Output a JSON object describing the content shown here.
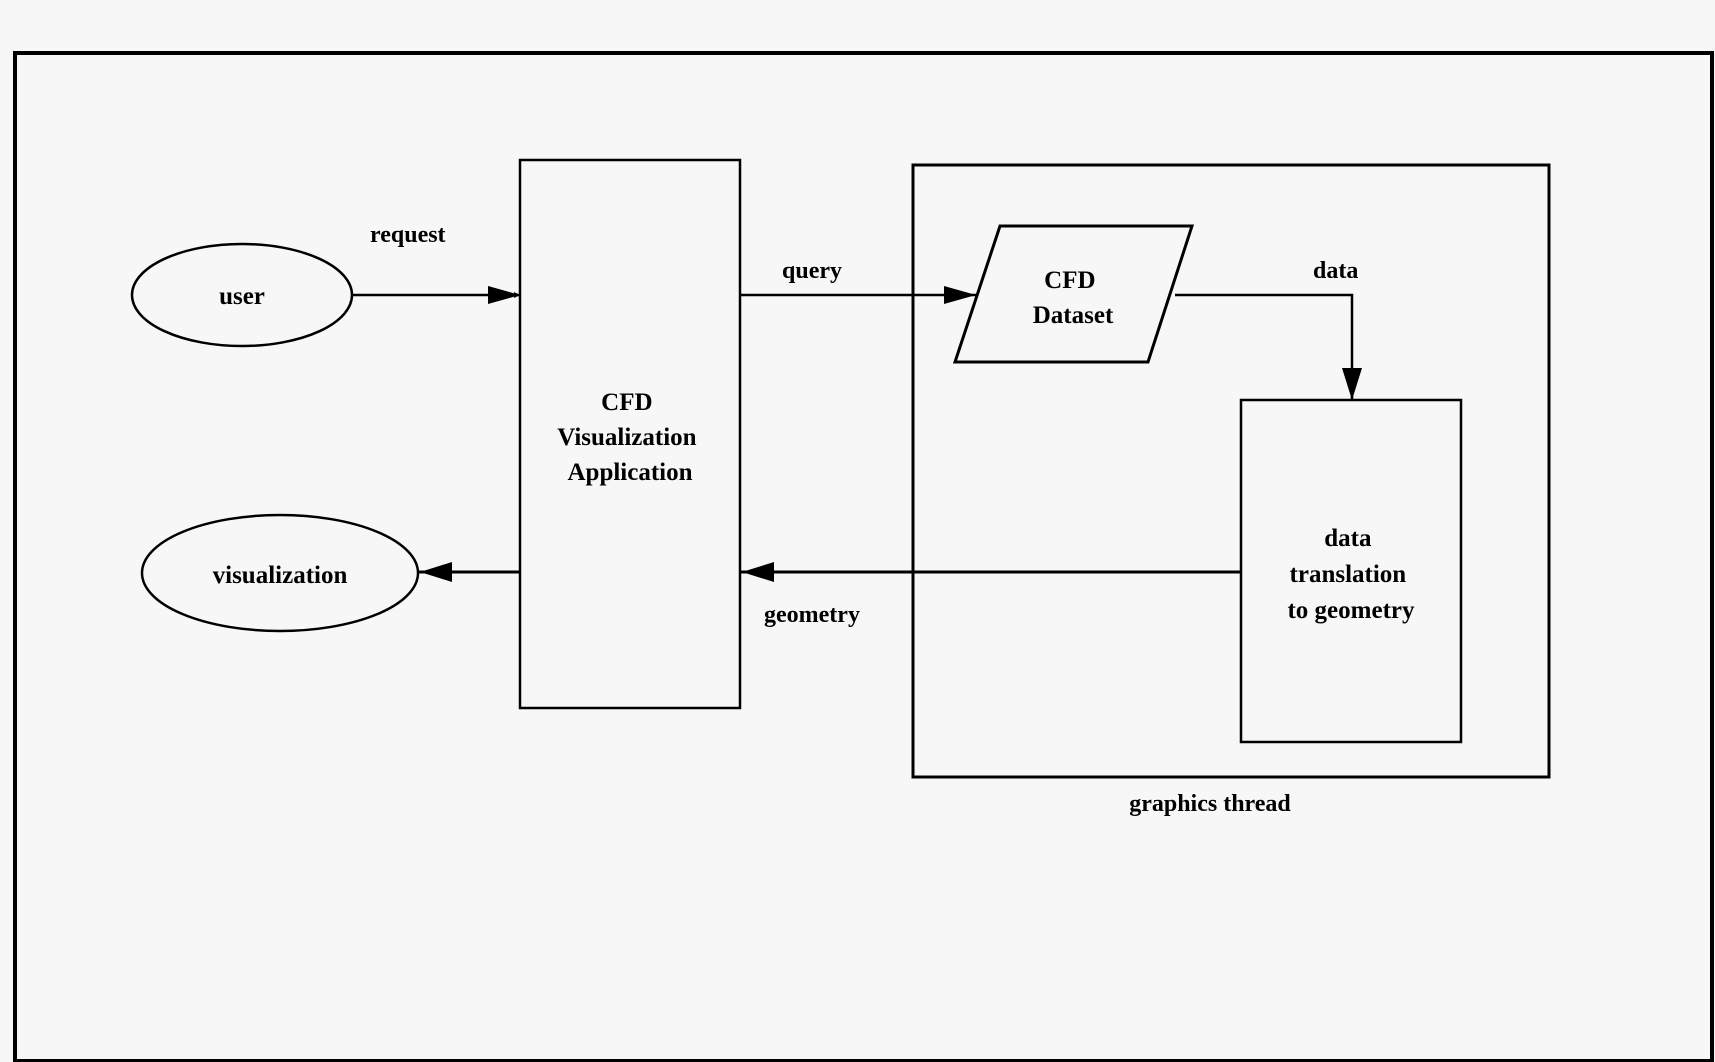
{
  "diagram": {
    "colors": {
      "background": "#f7f7f7",
      "ink": "#000000"
    },
    "nodes": {
      "user": {
        "label": "user",
        "shape": "ellipse"
      },
      "visualization": {
        "label": "visualization",
        "shape": "ellipse"
      },
      "app": {
        "lines": [
          "CFD",
          "Visualization",
          "Application"
        ],
        "shape": "rectangle"
      },
      "dataset": {
        "lines": [
          "CFD",
          "Dataset"
        ],
        "shape": "parallelogram"
      },
      "translation": {
        "lines": [
          "data",
          "translation",
          "to geometry"
        ],
        "shape": "rectangle"
      }
    },
    "containers": {
      "graphics_thread": {
        "label": "graphics thread"
      }
    },
    "edges": [
      {
        "from": "user",
        "to": "app",
        "label": "request"
      },
      {
        "from": "app",
        "to": "dataset",
        "label": "query"
      },
      {
        "from": "dataset",
        "to": "translation",
        "label": "data"
      },
      {
        "from": "translation",
        "to": "app",
        "label": "geometry"
      },
      {
        "from": "app",
        "to": "visualization",
        "label": ""
      }
    ]
  }
}
